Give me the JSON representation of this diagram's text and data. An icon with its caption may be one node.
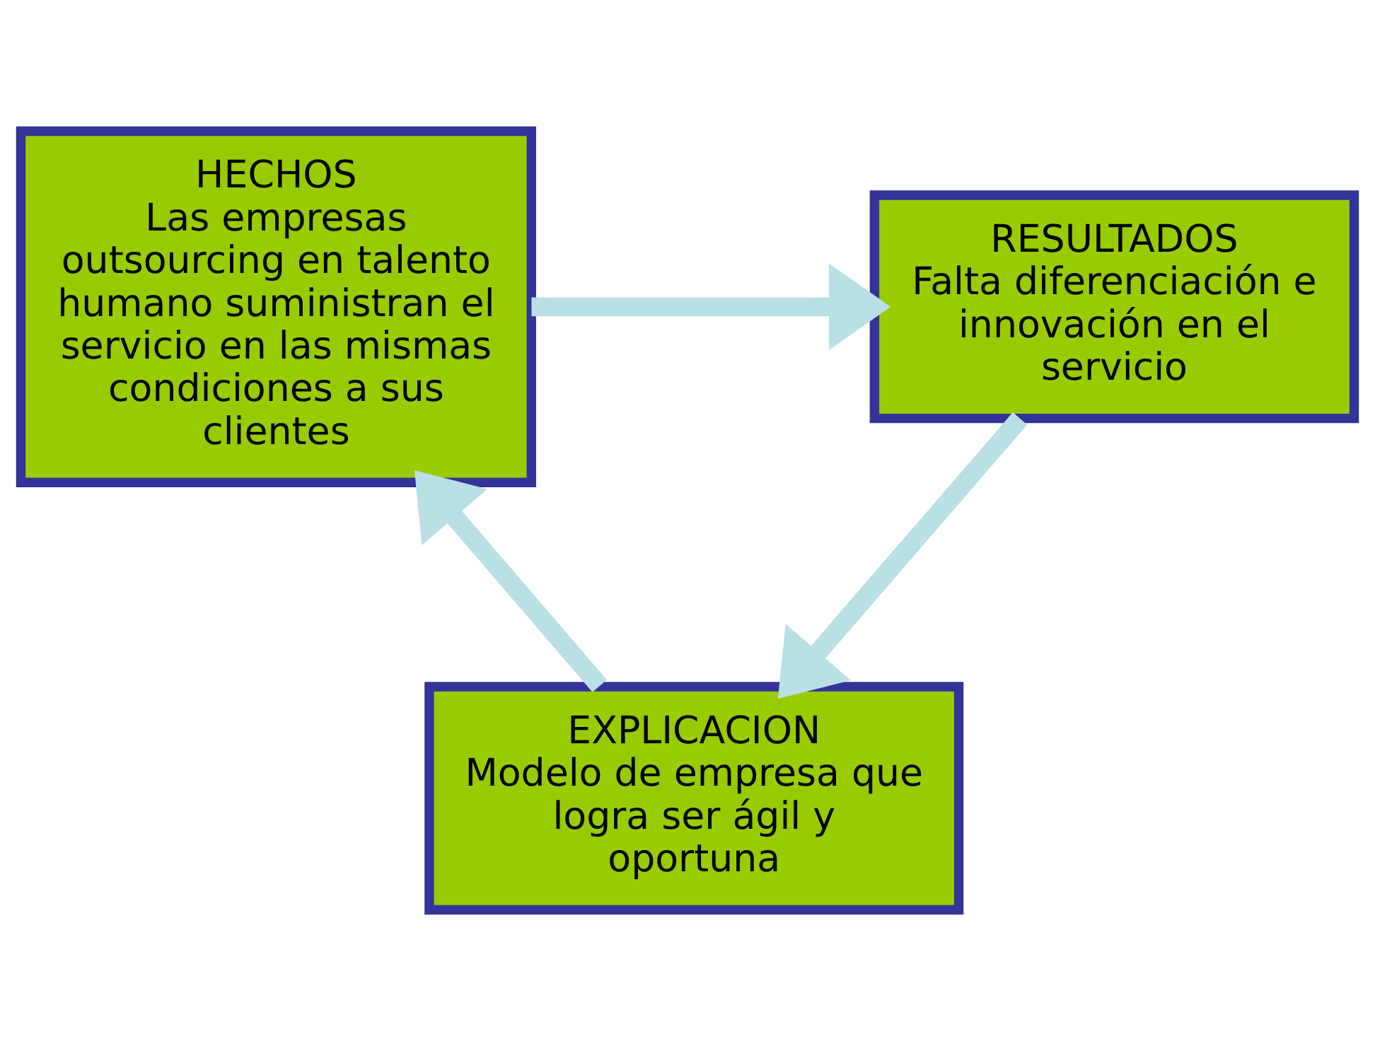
{
  "diagram": {
    "nodes": [
      {
        "text": [
          "HECHOS",
          "Las empresas outsourcing en talento humano suministran el servicio en las mismas condiciones a sus clientes"
        ]
      },
      {
        "text": [
          "RESULTADOS",
          "Falta diferenciación e innovación en el servicio"
        ]
      },
      {
        "text": [
          "EXPLICACION",
          "Modelo de empresa que logra ser ágil y oportuna"
        ]
      }
    ],
    "edges": [
      {
        "from": 0,
        "to": 1,
        "arrow": "to"
      },
      {
        "from": 1,
        "to": 2,
        "arrow": "to"
      },
      {
        "from": 2,
        "to": 0,
        "arrow": "to"
      }
    ]
  }
}
